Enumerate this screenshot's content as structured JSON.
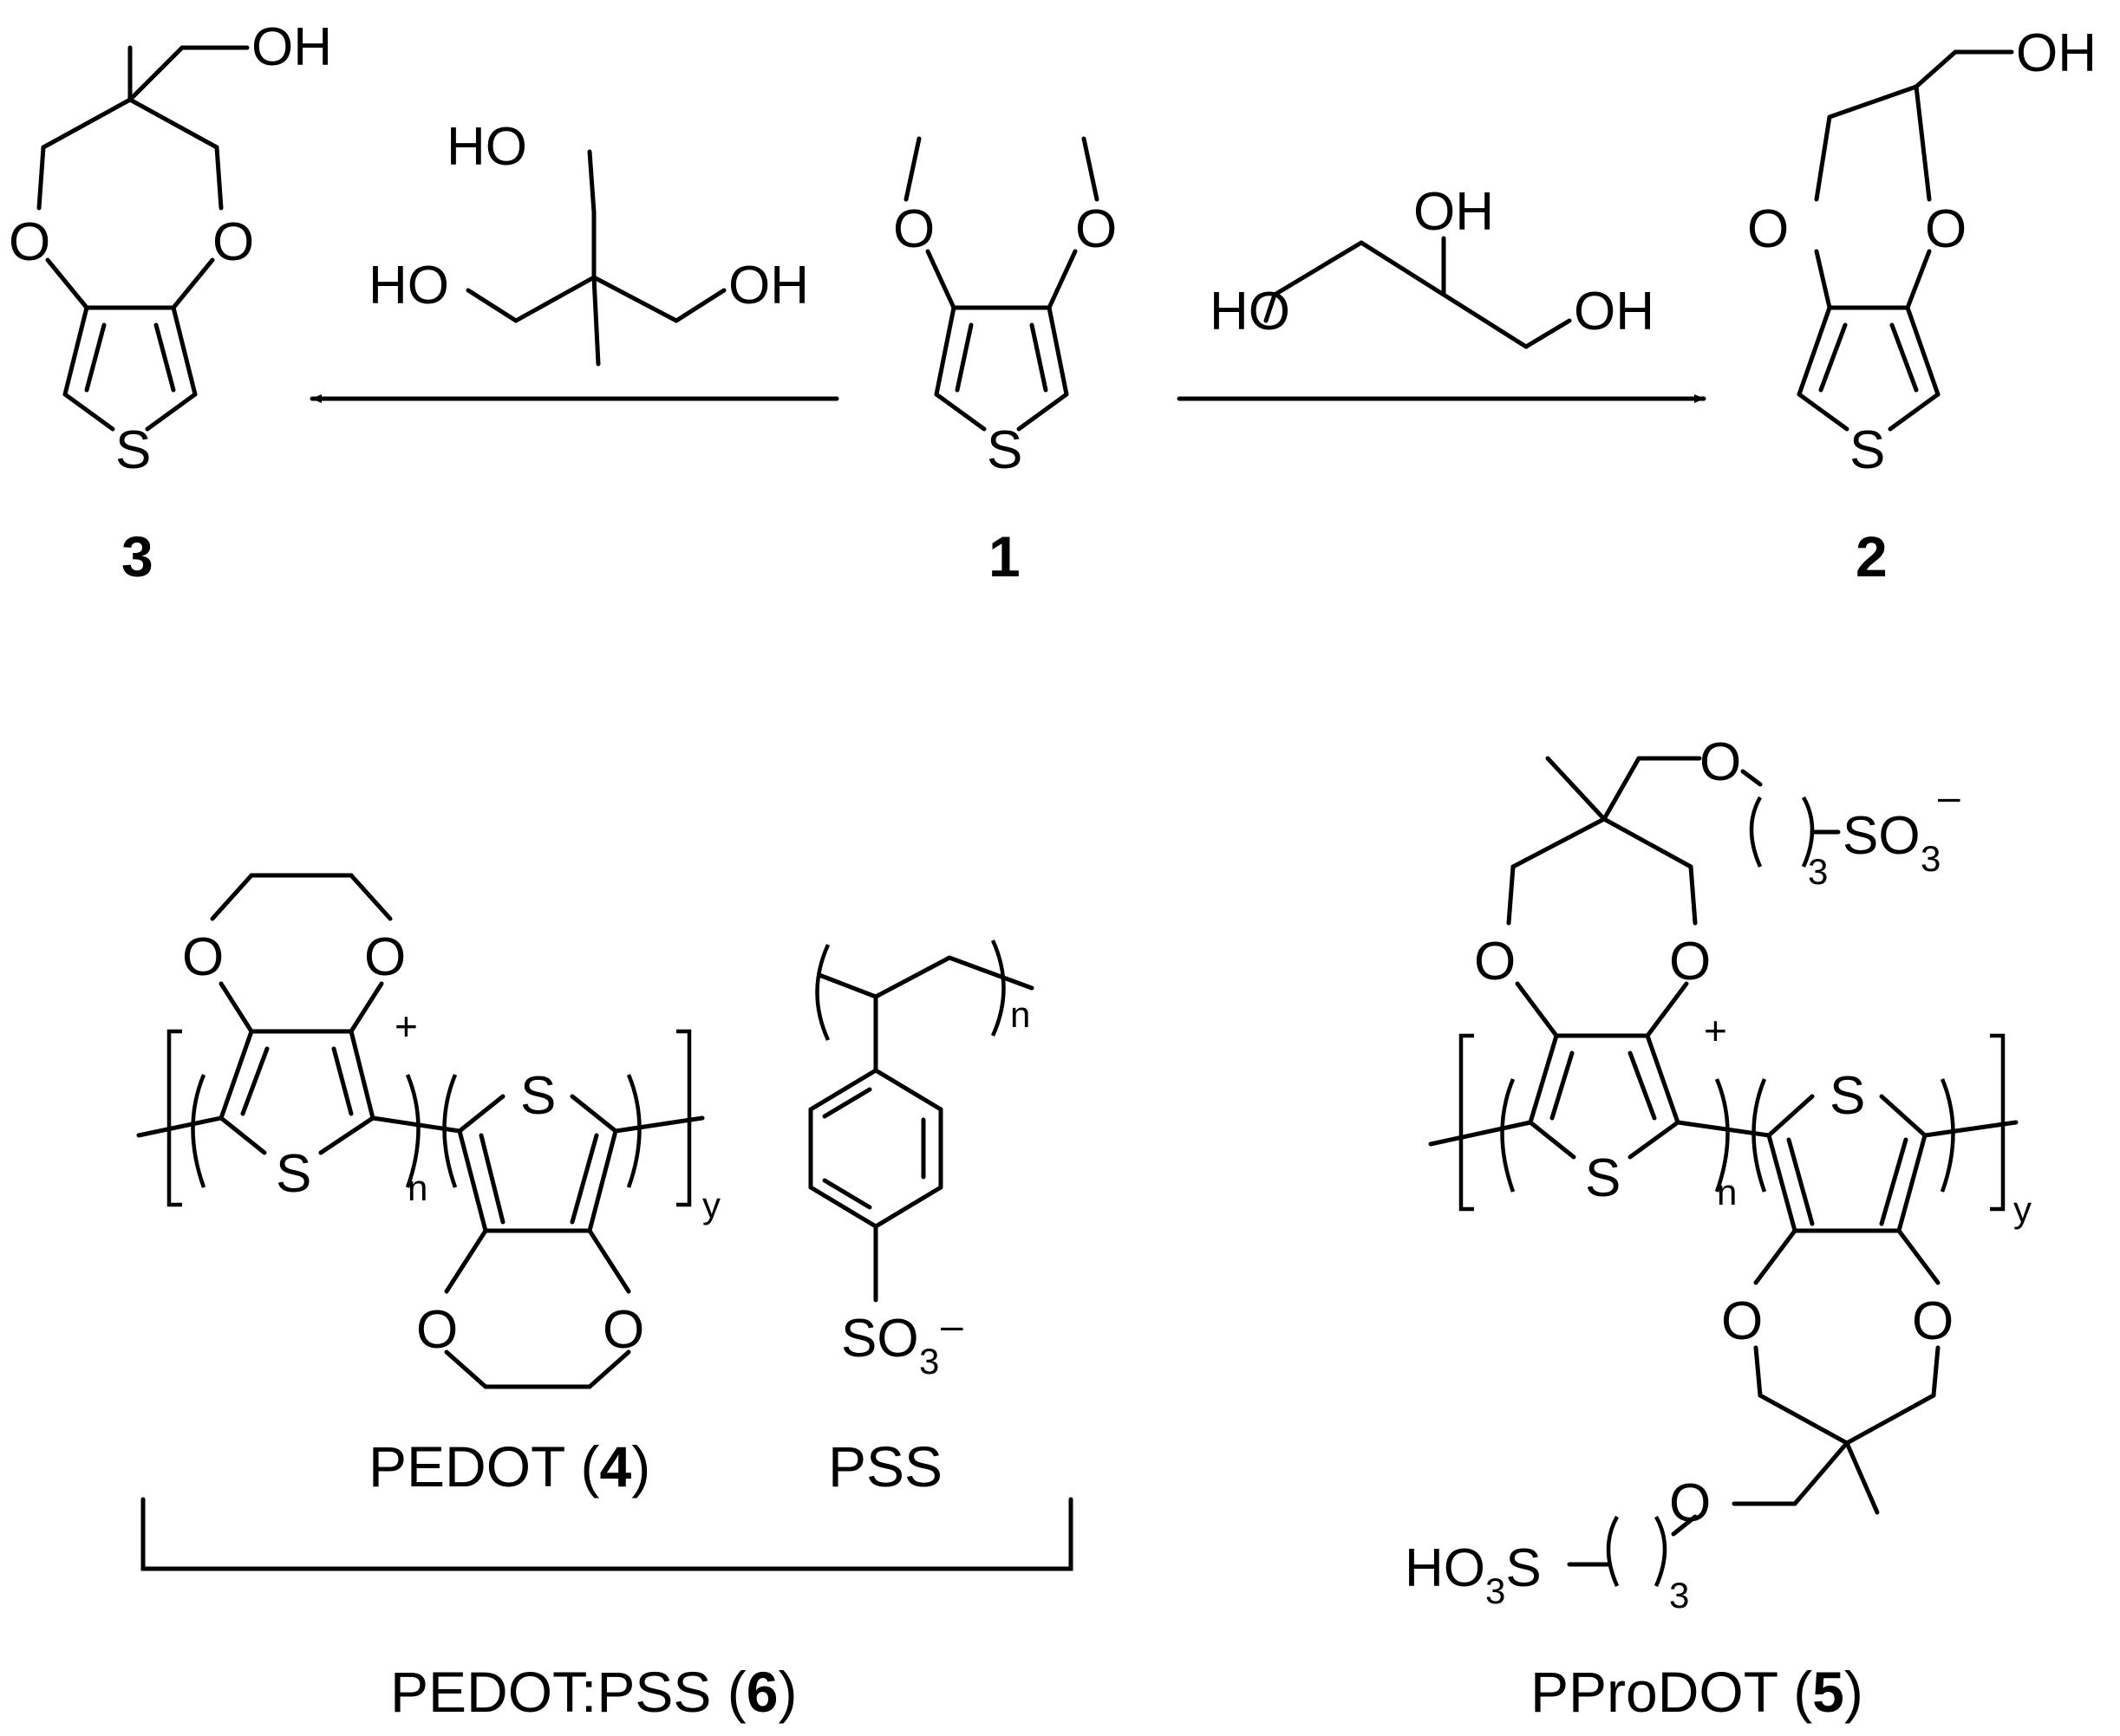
{
  "compounds": {
    "c1": {
      "number": "1"
    },
    "c2": {
      "number": "2"
    },
    "c3": {
      "number": "3"
    }
  },
  "atoms": {
    "O": "O",
    "S": "S",
    "OH": "OH",
    "HO": "HO",
    "H": "H",
    "SO": "SO",
    "HO3S_prefix": "HO",
    "HO3S_S": "S",
    "sub3": "3",
    "sub_n": "n",
    "sub_y": "y",
    "plus": "+",
    "minus": "–"
  },
  "captions": {
    "pedot_name": "PEDOT (",
    "pedot_num": "4",
    "pedot_close": ")",
    "pss": "PSS",
    "pedot_pss_name": "PEDOT:PSS  (",
    "pedot_pss_num": "6",
    "pedot_pss_close": ")",
    "pprodot_name": "PProDOT (",
    "pprodot_num": "5",
    "pprodot_close": ")"
  }
}
